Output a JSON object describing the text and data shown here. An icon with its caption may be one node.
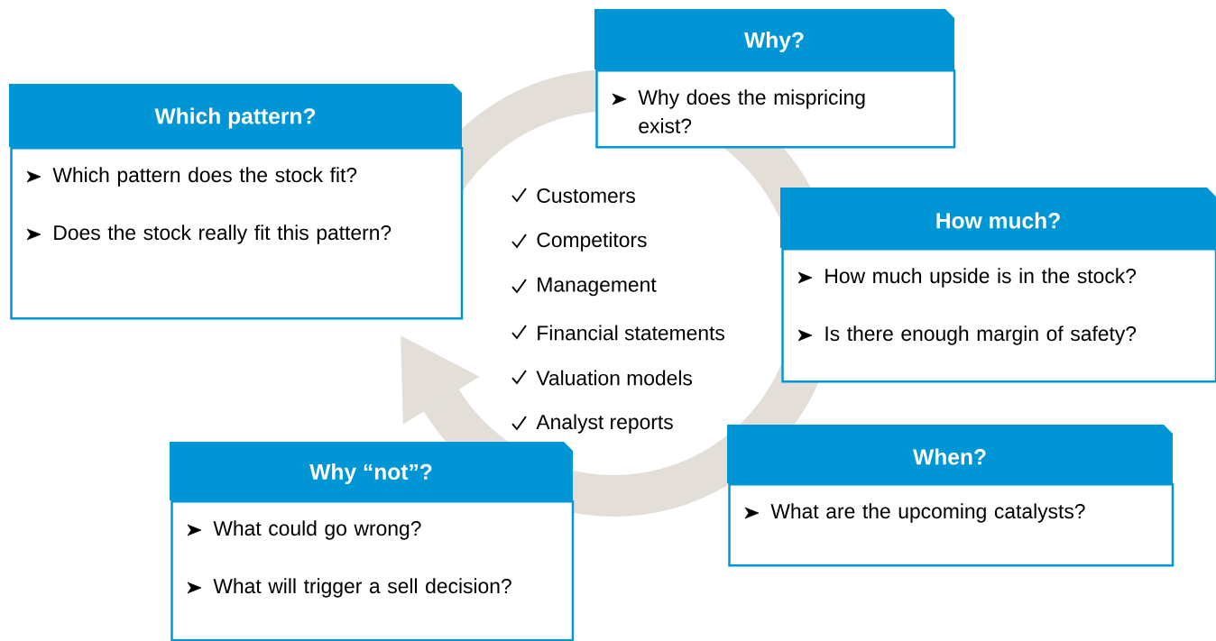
{
  "diagram": {
    "nodes": [
      {
        "text": [
          "Why?",
          "Why does the mispricing exist?"
        ]
      },
      {
        "text": [
          "How much?",
          "How much upside is in the stock?",
          "Is there enough margin of safety?"
        ]
      },
      {
        "text": [
          "When?",
          "What are the upcoming catalysts?"
        ]
      },
      {
        "text": [
          "Why “not”?",
          "What could go wrong?",
          "What will trigger a sell decision?"
        ]
      },
      {
        "text": [
          "Which pattern?",
          "Which pattern does the stock fit?",
          "Does the stock really fit this pattern?"
        ]
      }
    ],
    "labels": [
      "Customers",
      "Competitors",
      "Management",
      "Financial statements",
      "Valuation models",
      "Analyst reports"
    ]
  }
}
